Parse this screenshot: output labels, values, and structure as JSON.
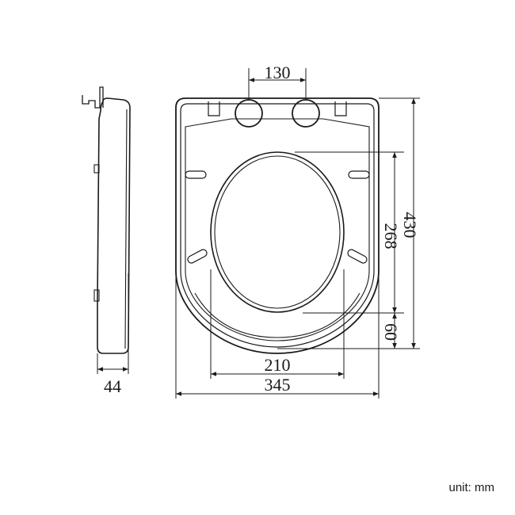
{
  "dimensions": {
    "hinge_spacing": "130",
    "total_length": "430",
    "opening_length": "268",
    "rear_offset": "60",
    "opening_width": "210",
    "total_width": "345",
    "thickness": "44"
  },
  "unit_label": "unit: mm",
  "colors": {
    "line": "#1a1a1a",
    "background": "#ffffff"
  }
}
